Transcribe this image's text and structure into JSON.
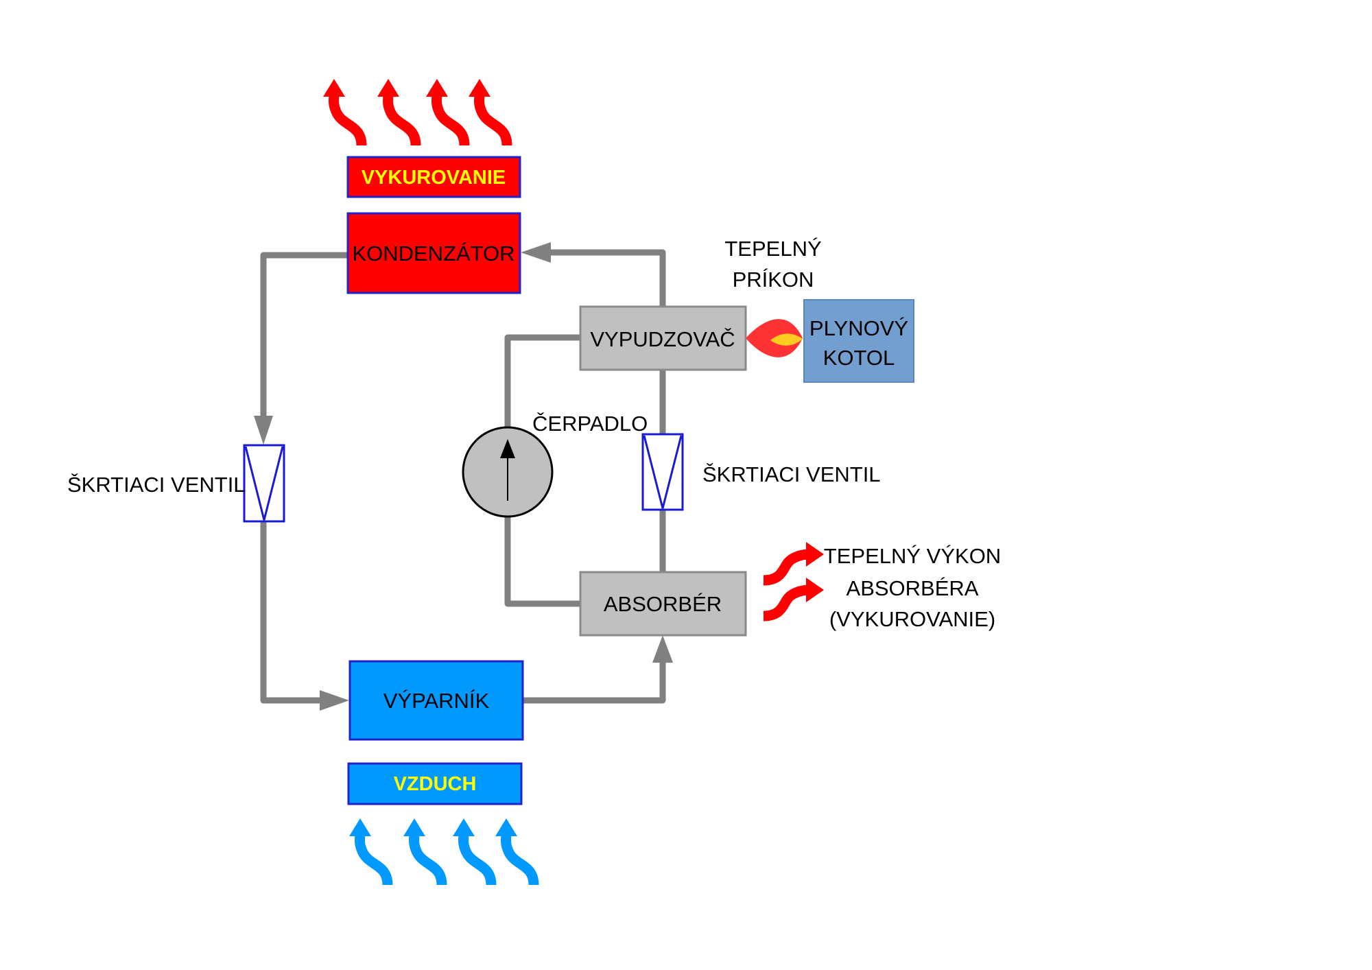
{
  "colors": {
    "heat_red": "#ff0000",
    "air_blue": "#0099ff",
    "box_border_blue": "#2222cc",
    "label_yellow": "#ffff00",
    "pipe_gray": "#808080",
    "component_gray": "#c0c0c0",
    "boiler_blue": "#729fcf",
    "flame_outer": "#ff3333",
    "flame_inner": "#ffcc22",
    "valve_blue": "#1a1ad6"
  },
  "components": {
    "heating_label": "VYKUROVANIE",
    "condenser": "KONDENZÁTOR",
    "generator": "VYPUDZOVAČ",
    "boiler_line1": "PLYNOVÝ",
    "boiler_line2": "KOTOL",
    "absorber": "ABSORBÉR",
    "evaporator": "VÝPARNÍK",
    "air_label": "VZDUCH"
  },
  "labels": {
    "heat_input_line1": "TEPELNÝ",
    "heat_input_line2": "PRÍKON",
    "pump": "ČERPADLO",
    "throttle_valve_left": "ŠKRTIACI VENTIL",
    "throttle_valve_right": "ŠKRTIACI VENTIL",
    "absorber_output_line1": "TEPELNÝ  VÝKON",
    "absorber_output_line2": "ABSORBÉRA",
    "absorber_output_line3": "(VYKUROVANIE)"
  },
  "icons": {
    "heat_arrows_up": "wavy-arrow-up-red",
    "air_arrows_up": "wavy-arrow-up-blue",
    "absorber_heat_arrows": "wavy-arrow-right-red",
    "flame": "flame-icon",
    "pump": "pump-icon",
    "valve": "throttle-valve-icon"
  }
}
